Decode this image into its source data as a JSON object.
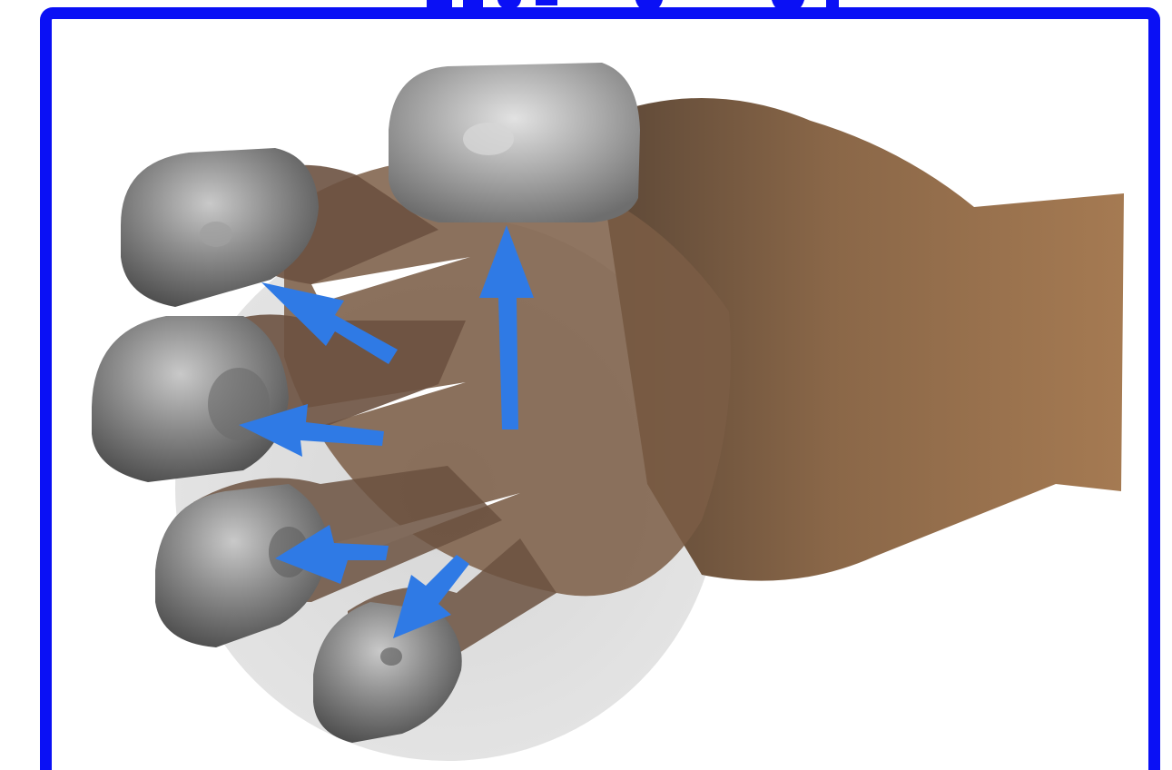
{
  "figure": {
    "frame_color": "#0a10f5",
    "arrow_color": "#2f7ae5",
    "skin_color": "#9a7150",
    "sphere_color": "#d6d6d6",
    "fingertip_cap_color": "#8c8c8c",
    "arrows": [
      {
        "finger": "index",
        "direction": "up-left"
      },
      {
        "finger": "middle",
        "direction": "left"
      },
      {
        "finger": "ring",
        "direction": "left"
      },
      {
        "finger": "little",
        "direction": "down-left"
      },
      {
        "finger": "thumb",
        "direction": "up"
      }
    ]
  }
}
